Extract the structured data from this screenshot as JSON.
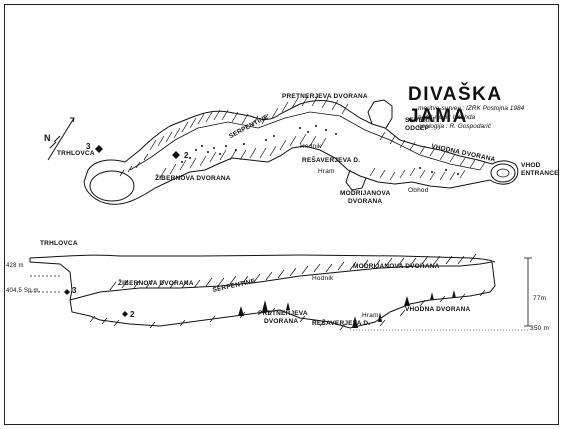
{
  "title": "DIVAŠKA JAMA",
  "credits": {
    "survey": "meritve-survey : IZRK  Postojna 1984",
    "map": "načrt-map : I.Kenda",
    "geology": "geologija : R. Gospodarič"
  },
  "plan": {
    "labels": {
      "trhlovca": "TRHLOVCA",
      "zibernova": "ŽIBERNOVA DVORANA",
      "serpentine": "SERPENTINE",
      "pretnerjeva": "PRETNERJEVA DVORANA",
      "hodnik": "Hodnik",
      "resaverjeva": "REŠAVERJEVA D.",
      "hram": "Hram",
      "modrijanova_1": "MODRIJANOVA",
      "modrijanova_2": "DVORANA",
      "severni_1": "SEVERNI",
      "severni_2": "ODCEP",
      "vhodna": "VHODNA DVORANA",
      "obhod": "Obhod",
      "vhod_1": "VHOD",
      "vhod_2": "ENTRANCE",
      "num3": "3",
      "num2": "2",
      "north": "N"
    }
  },
  "section": {
    "labels": {
      "trhlovca": "TRHLOVCA",
      "elev1": "428 m",
      "elev2": "404,5 Sp.m.",
      "zibernova": "ŽIBERNOVA DVORANA",
      "serpentine": "SERPENTINE",
      "hodnik": "Hodnik",
      "modrijanova": "MODRIJANOVA DVORANA",
      "pretnerjeva_1": "PRETNERJEVA",
      "pretnerjeva_2": "DVORANA",
      "resaverjeva": "REŠAVERJEVA D.",
      "hram": "Hram",
      "vhodna": "VHODNA DVORANA",
      "depth": "77m",
      "length": "350 m",
      "num2": "2",
      "num3": "3"
    }
  }
}
